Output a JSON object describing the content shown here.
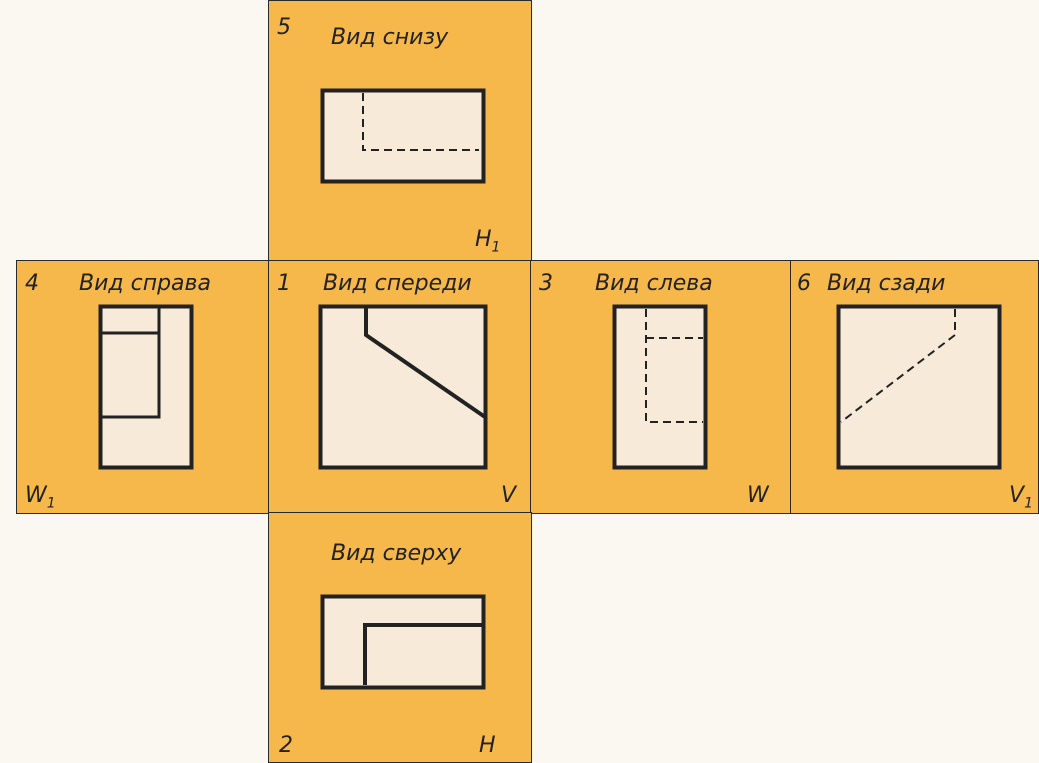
{
  "panels": {
    "p5": {
      "num": "5",
      "title": "Вид снизу",
      "plane": "H",
      "plane_sub": "1"
    },
    "p4": {
      "num": "4",
      "title": "Вид справа",
      "plane": "W",
      "plane_sub": "1"
    },
    "p1": {
      "num": "1",
      "title": "Вид спереди",
      "plane": "V",
      "plane_sub": ""
    },
    "p3": {
      "num": "3",
      "title": "Вид слева",
      "plane": "W",
      "plane_sub": ""
    },
    "p6": {
      "num": "6",
      "title": "Вид сзади",
      "plane": "V",
      "plane_sub": "1"
    },
    "p2": {
      "num": "2",
      "title": "Вид сверху",
      "plane": "H",
      "plane_sub": ""
    }
  },
  "colors": {
    "panel": "#f6b84a",
    "drawing_fill": "#f7ead8",
    "line": "#222222"
  }
}
